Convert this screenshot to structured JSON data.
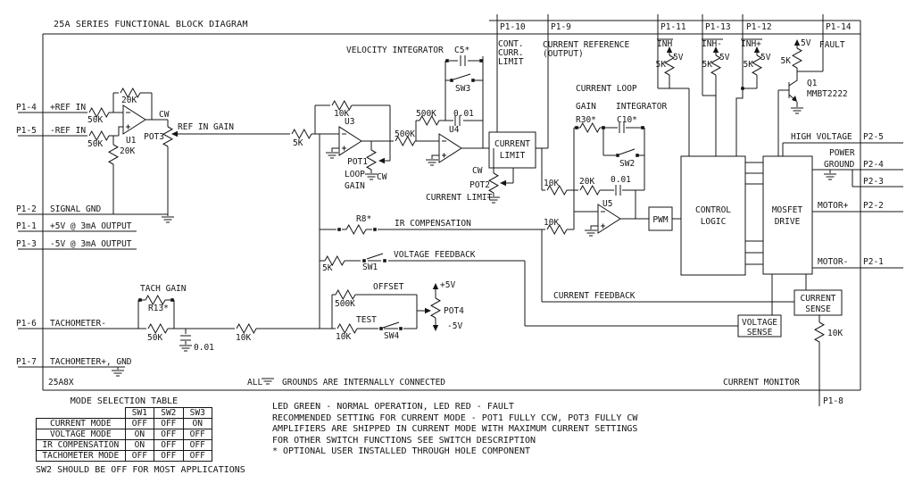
{
  "title": "25A SERIES FUNCTIONAL BLOCK DIAGRAM",
  "model": "25A8X",
  "left_pins": [
    {
      "pin": "P1-4",
      "name": "+REF IN"
    },
    {
      "pin": "P1-5",
      "name": "-REF IN"
    },
    {
      "pin": "P1-2",
      "name": "SIGNAL GND"
    },
    {
      "pin": "P1-1",
      "name": "+5V @ 3mA OUTPUT"
    },
    {
      "pin": "P1-3",
      "name": "-5V @ 3mA OUTPUT"
    },
    {
      "pin": "P1-6",
      "name": "TACHOMETER-"
    },
    {
      "pin": "P1-7",
      "name": "TACHOMETER+, GND"
    }
  ],
  "pins": {
    "p110": "P1-10",
    "p19": "P1-9",
    "p111": "P1-11",
    "p113": "P1-13",
    "p112": "P1-12",
    "p114": "P1-14",
    "p18": "P1-8",
    "p25": "P2-5",
    "p24": "P2-4",
    "p23": "P2-3",
    "p22": "P2-2",
    "p21": "P2-1"
  },
  "values": {
    "r20k": "20K",
    "r50k": "50K",
    "r10k": "10K",
    "r5k": "5K",
    "r500k": "500K",
    "c01": "0.01",
    "v5": "5V",
    "vp5": "+5V",
    "vm5": "-5V"
  },
  "parts": {
    "u1": "U1",
    "u3": "U3",
    "u4": "U4",
    "u5": "U5",
    "q1": "Q1",
    "q1_type": "MMBT2222",
    "pot1": "POT1",
    "pot2": "POT2",
    "pot3": "POT3",
    "pot4": "POT4",
    "r8": "R8*",
    "r13": "R13*",
    "r30": "R30*",
    "c5": "C5*",
    "c10": "C10*",
    "sw1": "SW1",
    "sw2": "SW2",
    "sw3": "SW3",
    "sw4": "SW4",
    "pwm": "PWM",
    "cw": "CW"
  },
  "labels": {
    "ref_in_gain": "REF IN GAIN",
    "velocity_integrator": "VELOCITY INTEGRATOR",
    "loop": "LOOP",
    "gain": "GAIN",
    "integrator": "INTEGRATOR",
    "current": "CURRENT",
    "limit": "LIMIT",
    "sense": "SENSE",
    "voltage": "VOLTAGE",
    "current_loop": "CURRENT LOOP",
    "current_limit": "CURRENT LIMIT",
    "ir_comp": "IR COMPENSATION",
    "voltage_feedback": "VOLTAGE FEEDBACK",
    "current_feedback": "CURRENT FEEDBACK",
    "offset": "OFFSET",
    "test": "TEST",
    "tach_gain": "TACH GAIN",
    "control": "CONTROL",
    "logic": "LOGIC",
    "mosfet": "MOSFET",
    "drive": "DRIVE",
    "high_voltage": "HIGH VOLTAGE",
    "power": "POWER",
    "ground": "GROUND",
    "motor_p": "MOTOR+",
    "motor_m": "MOTOR-",
    "current_monitor": "CURRENT MONITOR",
    "cont": "CONT.",
    "curr": "CURR.",
    "current_reference": "CURRENT REFERENCE",
    "output_paren": "(OUTPUT)",
    "inh": "INH",
    "inh_m": "INH-",
    "inh_p": "INH+",
    "fault": "FAULT"
  },
  "ground_note": {
    "prefix": "ALL",
    "suffix": "GROUNDS ARE INTERNALLY CONNECTED"
  },
  "mode_table": {
    "title": "MODE SELECTION TABLE",
    "headers": [
      "SW1",
      "SW2",
      "SW3"
    ],
    "rows": [
      {
        "label": "CURRENT MODE",
        "sw1": "OFF",
        "sw2": "OFF",
        "sw3": "ON"
      },
      {
        "label": "VOLTAGE MODE",
        "sw1": "ON",
        "sw2": "OFF",
        "sw3": "OFF"
      },
      {
        "label": "IR COMPENSATION",
        "sw1": "ON",
        "sw2": "OFF",
        "sw3": "OFF"
      },
      {
        "label": "TACHOMETER MODE",
        "sw1": "OFF",
        "sw2": "OFF",
        "sw3": "OFF"
      }
    ],
    "footnote": "SW2 SHOULD BE OFF FOR MOST APPLICATIONS"
  },
  "notes": [
    "LED GREEN - NORMAL OPERATION, LED RED - FAULT",
    "RECOMMENDED SETTING FOR CURRENT MODE - POT1 FULLY CCW, POT3 FULLY CW",
    "AMPLIFIERS ARE SHIPPED IN CURRENT MODE WITH MAXIMUM CURRENT SETTINGS",
    "FOR OTHER SWITCH FUNCTIONS SEE SWITCH DESCRIPTION",
    "* OPTIONAL USER INSTALLED THROUGH HOLE COMPONENT"
  ]
}
